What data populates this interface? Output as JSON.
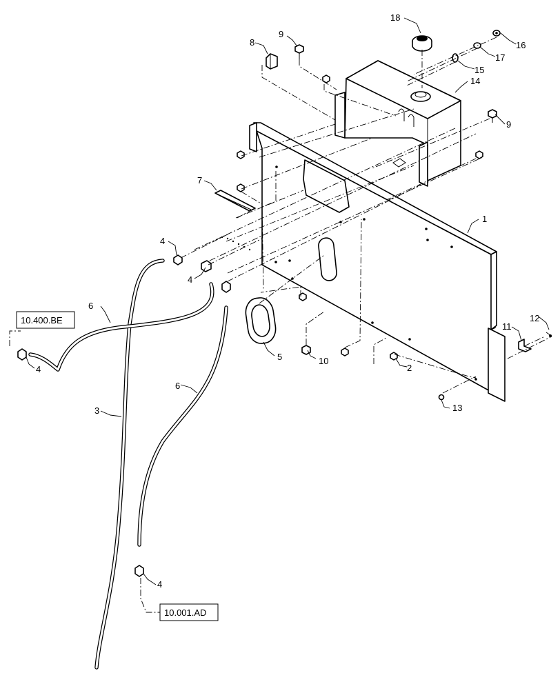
{
  "diagram": {
    "callouts": [
      {
        "id": "c1",
        "label": "1"
      },
      {
        "id": "c2",
        "label": "2"
      },
      {
        "id": "c3",
        "label": "3"
      },
      {
        "id": "c4a",
        "label": "4"
      },
      {
        "id": "c4b",
        "label": "4"
      },
      {
        "id": "c4c",
        "label": "4"
      },
      {
        "id": "c4d",
        "label": "4"
      },
      {
        "id": "c5",
        "label": "5"
      },
      {
        "id": "c6a",
        "label": "6"
      },
      {
        "id": "c6b",
        "label": "6"
      },
      {
        "id": "c7",
        "label": "7"
      },
      {
        "id": "c8",
        "label": "8"
      },
      {
        "id": "c9a",
        "label": "9"
      },
      {
        "id": "c9b",
        "label": "9"
      },
      {
        "id": "c10",
        "label": "10"
      },
      {
        "id": "c11",
        "label": "11"
      },
      {
        "id": "c12",
        "label": "12"
      },
      {
        "id": "c13",
        "label": "13"
      },
      {
        "id": "c14",
        "label": "14"
      },
      {
        "id": "c15",
        "label": "15"
      },
      {
        "id": "c16",
        "label": "16"
      },
      {
        "id": "c17",
        "label": "17"
      },
      {
        "id": "c18",
        "label": "18"
      }
    ],
    "references": [
      {
        "id": "ref1",
        "label": "10.400.BE"
      },
      {
        "id": "ref2",
        "label": "10.001.AD"
      }
    ]
  }
}
